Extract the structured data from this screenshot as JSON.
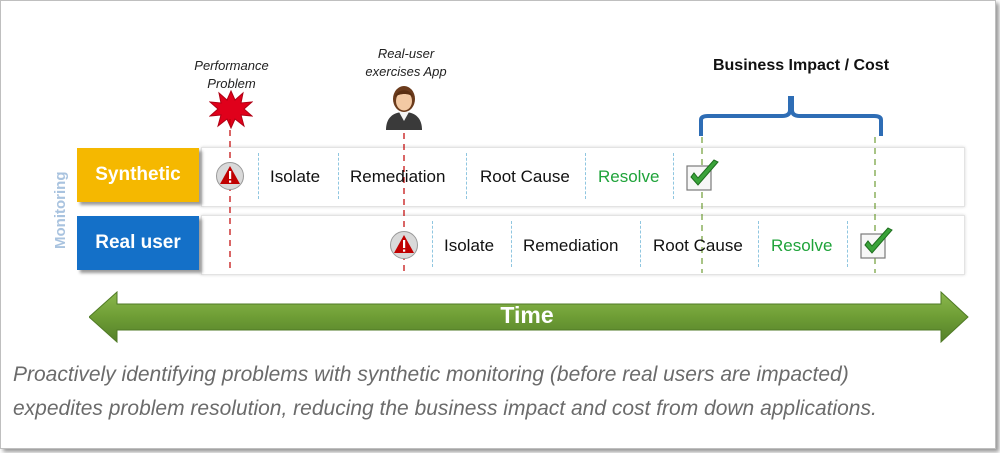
{
  "annotations": {
    "performance_problem": [
      "Performance",
      "Problem"
    ],
    "real_user_exercises": [
      "Real-user",
      "exercises App"
    ]
  },
  "business_impact": "Business Impact / Cost",
  "monitoring_label": "Monitoring",
  "rows": {
    "synthetic": {
      "label": "Synthetic",
      "steps": [
        "Isolate",
        "Remediation",
        "Root Cause",
        "Resolve"
      ]
    },
    "real_user": {
      "label": "Real user",
      "steps": [
        "Isolate",
        "Remediation",
        "Root Cause",
        "Resolve"
      ]
    }
  },
  "time_label": "Time",
  "caption": [
    "Proactively identifying problems with synthetic monitoring (before real users are impacted)",
    "expedites problem resolution, reducing the business impact and cost from down applications."
  ],
  "colors": {
    "synthetic": "#f5b800",
    "real_user": "#1470c8",
    "arrow": "#6e9d35",
    "resolve": "#1fa33a",
    "brace": "#2e6db5",
    "alert_line": "#c00000",
    "resolve_line": "#6e9d35"
  },
  "icons": [
    "explosion-icon",
    "person-icon",
    "warning-icon",
    "checkmark-icon",
    "brace-icon"
  ]
}
